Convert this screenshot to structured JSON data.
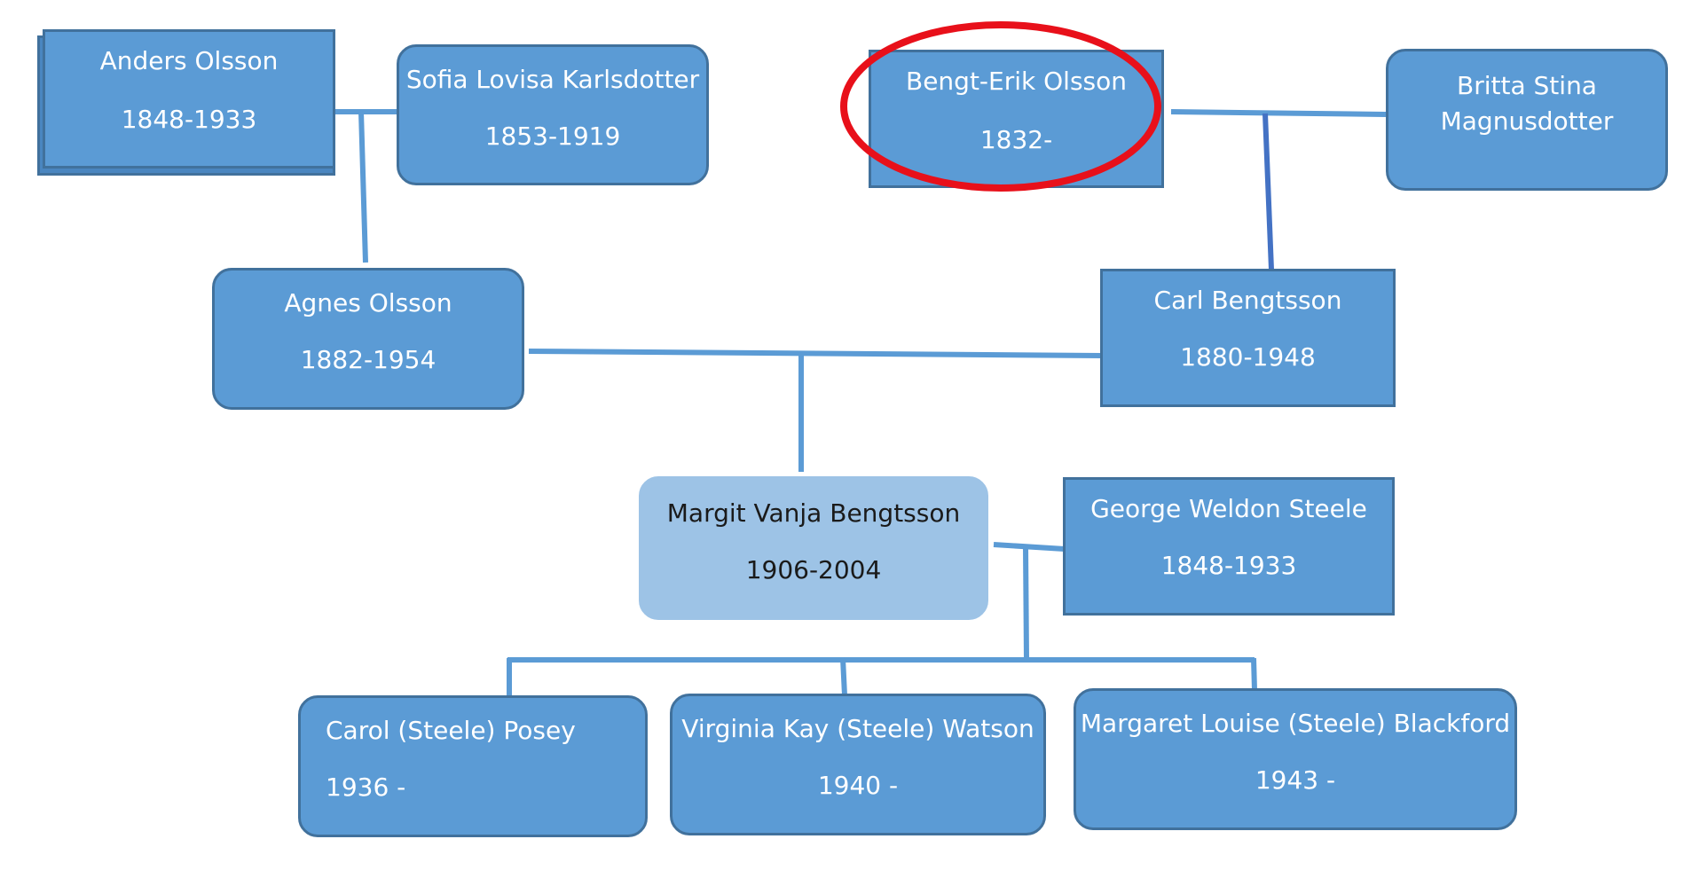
{
  "people": {
    "anders": {
      "name": "Anders Olsson",
      "years": "1848-1933"
    },
    "sofia": {
      "name": "Sofia Lovisa Karlsdotter",
      "years": "1853-1919"
    },
    "bengt": {
      "name": "Bengt-Erik Olsson",
      "years": "1832-"
    },
    "britta": {
      "name_line1": "Britta Stina",
      "name_line2": "Magnusdotter"
    },
    "agnes": {
      "name": "Agnes Olsson",
      "years": "1882-1954"
    },
    "carl": {
      "name": "Carl Bengtsson",
      "years": "1880-1948"
    },
    "margit": {
      "name": "Margit Vanja Bengtsson",
      "years": "1906-2004"
    },
    "george": {
      "name": "George Weldon Steele",
      "years": "1848-1933"
    },
    "carol": {
      "name": "Carol (Steele) Posey",
      "years": "1936 -"
    },
    "virginia": {
      "name": "Virginia Kay (Steele) Watson",
      "years": "1940 -"
    },
    "margaret": {
      "name": "Margaret Louise (Steele) Blackford",
      "years": "1943 -"
    }
  },
  "colors": {
    "node_fill": "#5b9bd5",
    "node_border": "#41719c",
    "highlight_node_fill": "#9dc3e6",
    "connector": "#5b9bd5",
    "highlight_ring": "#e8101a"
  }
}
